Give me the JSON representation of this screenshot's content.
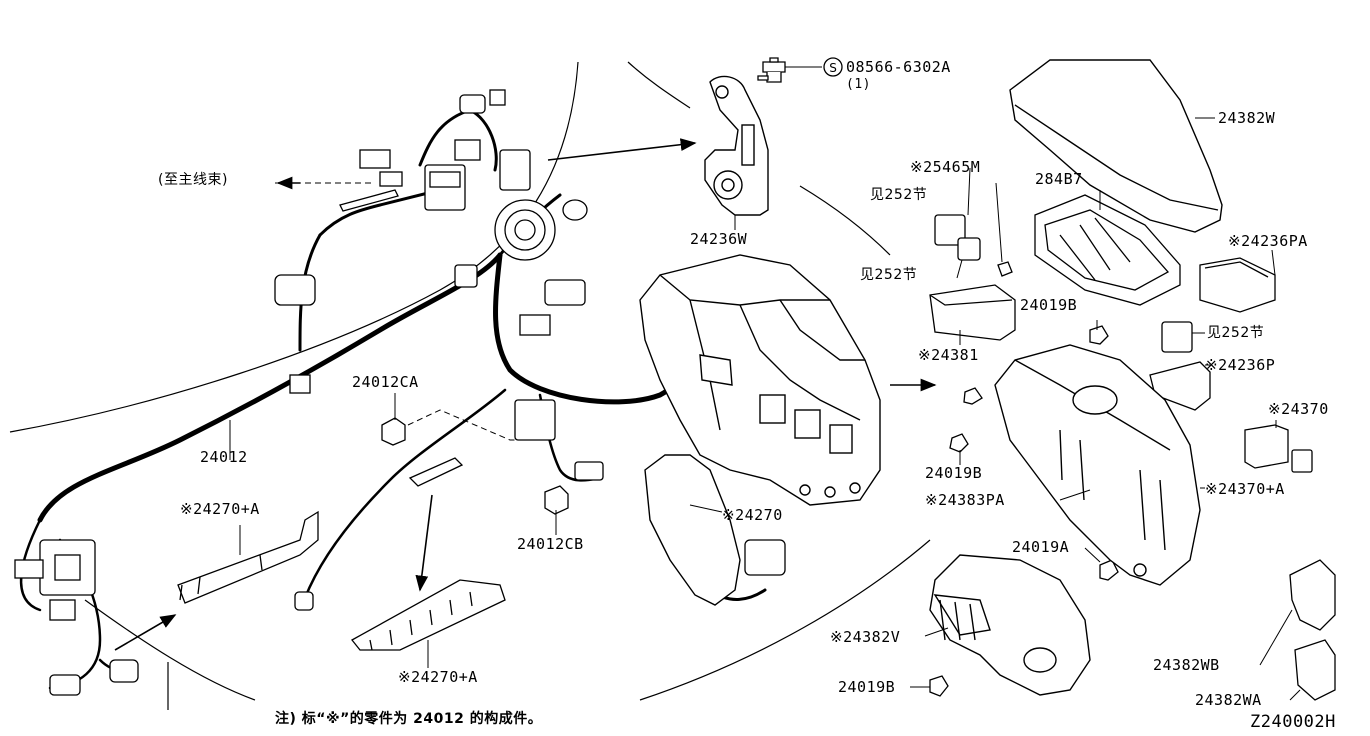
{
  "labels": {
    "bolt_part": "08566-6302A",
    "bolt_qty": "(1)",
    "to_main_harness": "(至主线束)",
    "bracket": "24236W",
    "harness": "24012",
    "clip_ca": "24012CA",
    "clip_cb": "24012CB",
    "protector_a1": "※24270+A",
    "protector_a2": "※24270+A",
    "harness_24270": "※24270",
    "relay_25465m": "※25465M",
    "see252_1": "见252节",
    "see252_2": "见252节",
    "see252_3": "见252节",
    "relay_block": "※24381",
    "cover_24382w": "24382W",
    "fuse_block_284b7": "284B7",
    "holder_24236pa": "※24236PA",
    "holder_24236p": "※24236P",
    "fuse_24370": "※24370",
    "fuse_24370a": "※24370+A",
    "nut_24019b_1": "24019B",
    "nut_24019b_2": "24019B",
    "nut_24019b_3": "24019B",
    "clip_24019a": "24019A",
    "box_24383pa": "※24383PA",
    "cover_24382v": "※24382V",
    "cover_24382wb": "24382WB",
    "cover_24382wa": "24382WA",
    "footnote": "注) 标“※”的零件为 24012 的构成件。",
    "diagram_code": "Z240002H"
  }
}
